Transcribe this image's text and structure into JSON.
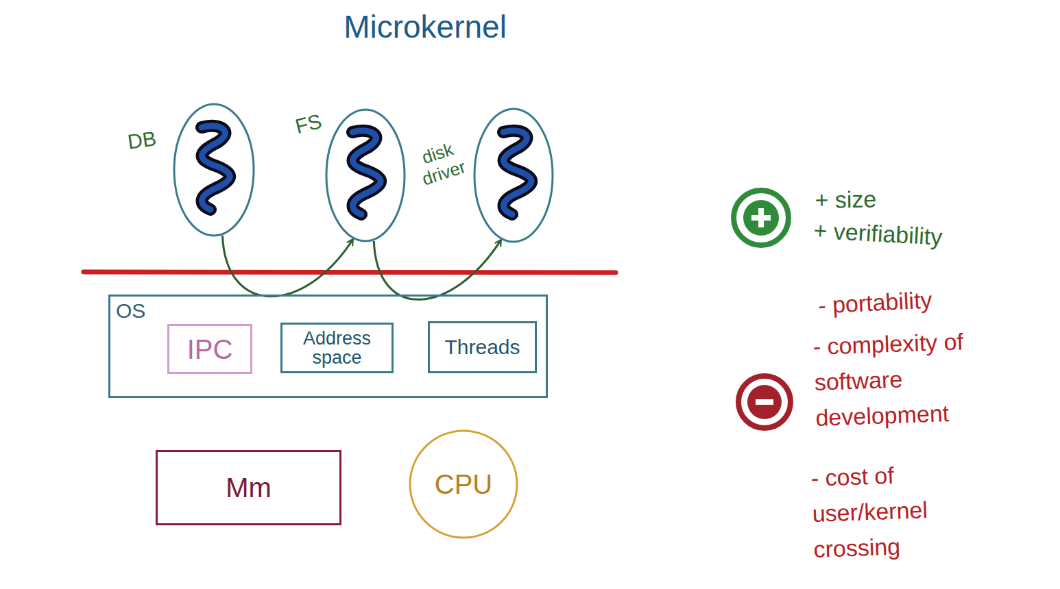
{
  "diagram": {
    "title": "Microkernel",
    "nodes": [
      {
        "text": [
          "DB"
        ]
      },
      {
        "text": [
          "FS"
        ]
      },
      {
        "text": [
          "disk driver"
        ]
      },
      {
        "text": [
          "OS"
        ]
      },
      {
        "text": [
          "IPC"
        ],
        "in": 3
      },
      {
        "text": [
          "Address space"
        ],
        "in": 3
      },
      {
        "text": [
          "Threads"
        ],
        "in": 3
      },
      {
        "text": [
          "Mm"
        ]
      },
      {
        "text": [
          "CPU"
        ]
      }
    ],
    "edges": [
      {
        "from": 0,
        "to": 1,
        "arrow": "to"
      },
      {
        "from": 1,
        "to": 2,
        "arrow": "to"
      }
    ],
    "labels": [
      "+ size",
      "+ verifiability",
      "- portability",
      "- complexity of software development",
      "- cost of user/kernel crossing"
    ]
  }
}
